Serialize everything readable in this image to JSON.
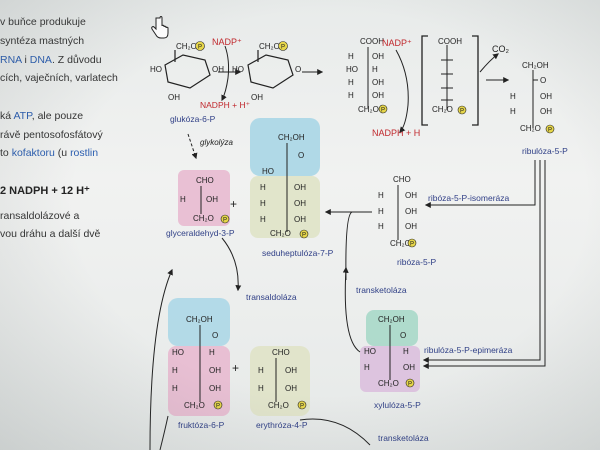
{
  "sidebar": {
    "line1": "v buňce produkuje",
    "line2_prefix": "",
    "line2": "syntéza mastných",
    "line3_prefix": "",
    "line3_link1": "RNA",
    "line3_mid": " i ",
    "line3_link2": "DNA",
    "line3_suffix": ". Z důvodu",
    "line4": "cích, vaječních, varlatech",
    "line5_link": "ATP",
    "line5_prefix": "ká ",
    "line5_suffix": ", ale pouze",
    "line6": "rávě pentosofosfátový",
    "line7_prefix": "to ",
    "line7_link1": "kofaktoru",
    "line7_mid": " (u ",
    "line7_link2": "rostlin",
    "line8": "2 NADPH + 12 H⁺",
    "line9": "ransaldolázové a",
    "line10": "vou dráhu a další dvě"
  },
  "diagram": {
    "nadp1": "NADP⁺",
    "nadph1": "NADPH + H⁺",
    "glukoza": "glukóza-6-P",
    "nadp2": "NADP⁺",
    "nadph2": "NADPH + H",
    "co2": "CO₂",
    "ribuloza": "ribulóza-5-P",
    "glykolyza": "glykolýza",
    "glyceraldehyd": "glyceraldehyd-3-P",
    "seduheptuloza": "seduheptulóza-7-P",
    "ribosa": "ribóza-5-P",
    "ribosaIsomeraza": "ribóza-5-P-isomeráza",
    "transaldolaza": "transaldoláza",
    "transketolaza1": "transketoláza",
    "fruktoza": "fruktóza-6-P",
    "erythroza": "erythróza-4-P",
    "ribulozaEpimeraza": "ribulóza-5-P-epimeráza",
    "xyluloza": "xylulóza-5-P",
    "transketolaza2": "transketoláza",
    "plus": "+",
    "cooh": "COOH",
    "cho": "CHO",
    "ch2oh": "CH₂OH",
    "oh": "OH",
    "h": "H",
    "ho": "HO",
    "o": "O",
    "p": "P",
    "ch2o": "CH₂O",
    "ho_top": "H",
    "oh_r": "OH"
  }
}
